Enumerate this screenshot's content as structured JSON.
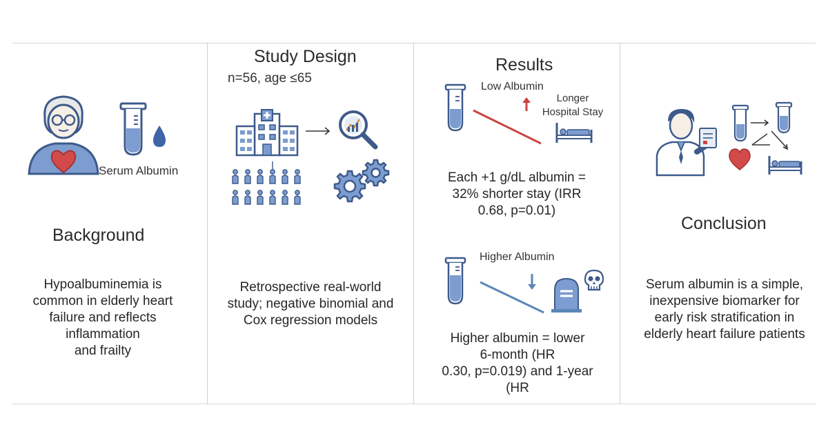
{
  "panels": {
    "background": {
      "title": "Background",
      "label": "Serum Albumin",
      "body": [
        "Hypoalbuminemia is",
        "common in elderly heart",
        "failure and reflects",
        "inflammation",
        "and frailty"
      ]
    },
    "design": {
      "title": "Study Design",
      "subtitle": "n=56, age ≤65",
      "body": [
        "Retrospective real-world",
        "study; negative binomial and",
        "Cox regression models"
      ]
    },
    "results": {
      "title": "Results",
      "low_label": "Low Albumin",
      "stay_label": [
        "Longer",
        "Hospital Stay"
      ],
      "body1": [
        "Each +1 g/dL albumin =",
        "32% shorter stay (IRR",
        "0.68, p=0.01)"
      ],
      "high_label": "Higher Albumin",
      "body2": [
        "Higher albumin = lower",
        "6-month (HR",
        "0.30, p=0.019) and 1-year",
        "(HR"
      ]
    },
    "conclusion": {
      "title": "Conclusion",
      "body": [
        "Serum albumin is a simple,",
        "inexpensive biomarker for",
        "early risk stratification in",
        "elderly heart failure patients"
      ]
    }
  },
  "colors": {
    "icon_blue": "#3d5a8a",
    "fill_blue": "#7d9ccf",
    "heart_red": "#d24a4a",
    "arrow_red": "#c94444",
    "line_blue": "#5b86b8"
  }
}
